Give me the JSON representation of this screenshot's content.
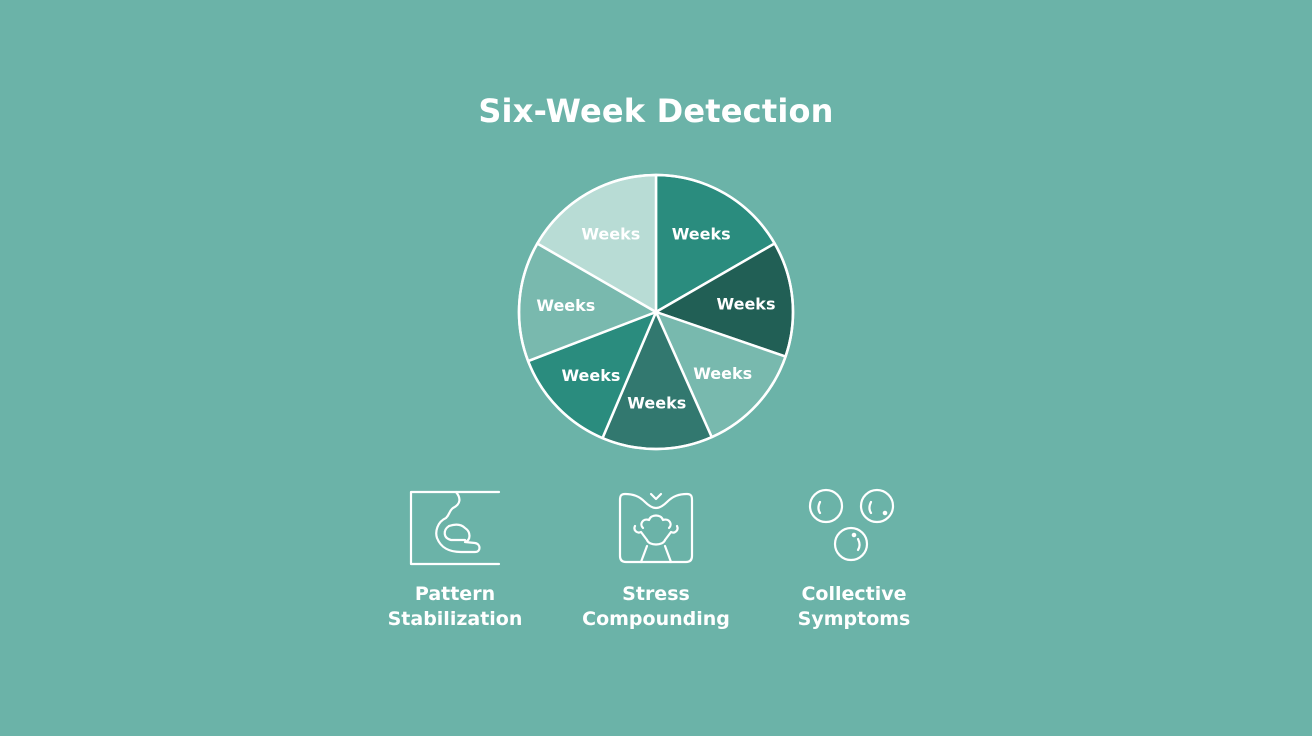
{
  "title": "Six-Week Detection",
  "colors": {
    "background": "#6bb3a8",
    "stroke": "#ffffff"
  },
  "chart_data": {
    "type": "pie",
    "title": "Six-Week Detection",
    "start_angle_deg_from_top_clockwise": 0,
    "slices": [
      {
        "label": "Weeks",
        "value": 60,
        "color": "#2a8c7e"
      },
      {
        "label": "Weeks",
        "value": 49,
        "color": "#215f55"
      },
      {
        "label": "Weeks",
        "value": 47,
        "color": "#78b9ae"
      },
      {
        "label": "Weeks",
        "value": 47,
        "color": "#32786f"
      },
      {
        "label": "Weeks",
        "value": 46,
        "color": "#2a8c7e"
      },
      {
        "label": "Weeks",
        "value": 51,
        "color": "#79b9ae"
      },
      {
        "label": "Weeks",
        "value": 60,
        "color": "#b8dcd5"
      }
    ]
  },
  "features": [
    {
      "icon": "profile-head-icon",
      "line1": "Pattern",
      "line2": "Stabilization"
    },
    {
      "icon": "stress-figure-icon",
      "line1": "Stress",
      "line2": "Compounding"
    },
    {
      "icon": "bubbles-icon",
      "line1": "Collective",
      "line2": "Symptoms"
    }
  ]
}
